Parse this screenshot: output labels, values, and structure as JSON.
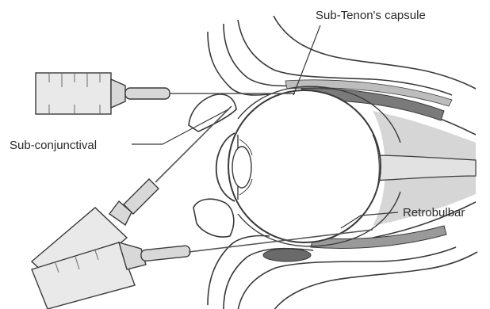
{
  "diagram": {
    "labels": {
      "sub_tenon": "Sub-Tenon's capsule",
      "sub_conjunctival": "Sub-conjunctival",
      "retrobulbar": "Retrobulbar"
    },
    "colors": {
      "line": "#3a3a3a",
      "muscle_dark": "#7a7a7a",
      "muscle_light": "#bdbdbd",
      "fat": "#d6d6d6",
      "syringe_fill": "#e9e9e9",
      "needle": "#555555"
    }
  }
}
